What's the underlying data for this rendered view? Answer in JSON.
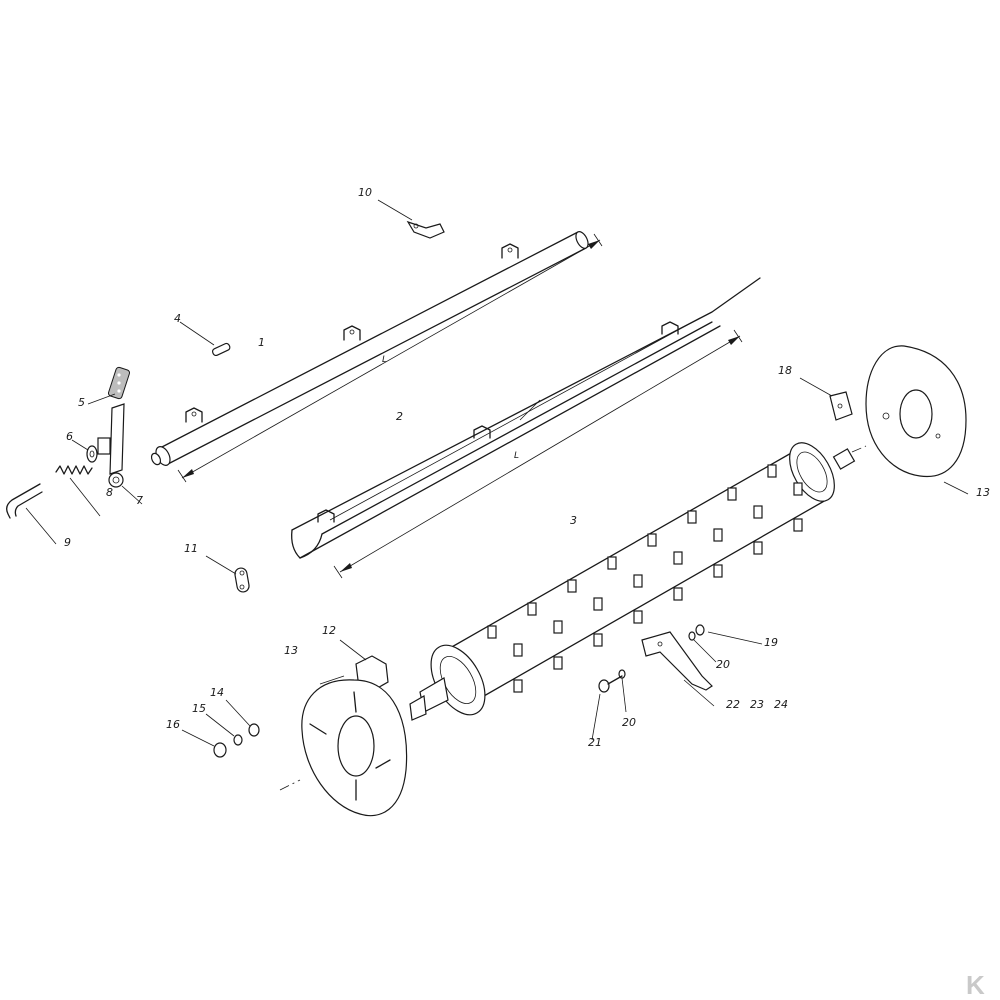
{
  "labels": {
    "p1": "1",
    "p2": "2",
    "p3": "3",
    "p4": "4",
    "p5": "5",
    "p6": "6",
    "p7": "7",
    "p8": "8",
    "p9": "9",
    "p10": "10",
    "p11": "11",
    "p12": "12",
    "p13a": "13",
    "p13b": "13",
    "p14": "14",
    "p15": "15",
    "p16": "16",
    "p18": "18",
    "p19": "19",
    "p20a": "20",
    "p20b": "20",
    "p21": "21",
    "p22": "22",
    "p23": "23",
    "p24": "24"
  },
  "dimensions": {
    "length_1": "L",
    "length_2": "L"
  },
  "logo": "K",
  "colors": {
    "line": "#1a1a1a",
    "background": "#ffffff",
    "logo": "#c9c9c9"
  }
}
